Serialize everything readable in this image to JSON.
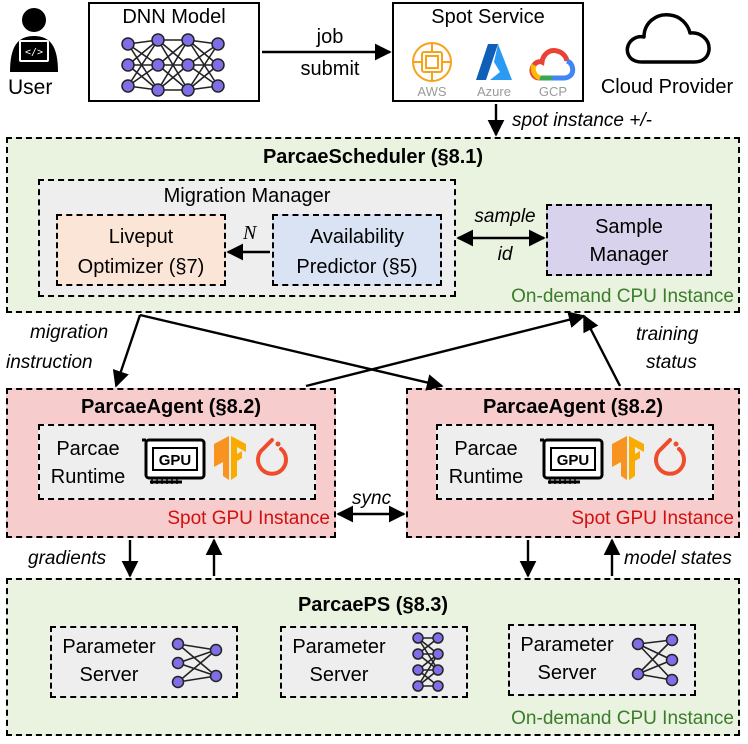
{
  "user": {
    "label": "User"
  },
  "dnn": {
    "title": "DNN Model"
  },
  "job": {
    "line1": "job",
    "line2": "submit"
  },
  "spot_service": {
    "title": "Spot Service",
    "providers": [
      "AWS",
      "Azure",
      "GCP"
    ]
  },
  "cloud": {
    "label": "Cloud Provider"
  },
  "spot_instance_label": "spot instance +/-",
  "scheduler": {
    "title": "ParcaeScheduler (§8.1)",
    "migration_manager": "Migration Manager",
    "liveput": {
      "line1": "Liveput",
      "line2": "Optimizer (§7)"
    },
    "n_label": "N",
    "availability": {
      "line1": "Availability",
      "line2": "Predictor (§5)"
    },
    "sample_labels": {
      "line1": "sample",
      "line2": "id"
    },
    "sample_manager": {
      "line1": "Sample",
      "line2": "Manager"
    },
    "instance": "On-demand CPU Instance"
  },
  "migration_label": {
    "line1": "migration",
    "line2": "instruction"
  },
  "training_label": {
    "line1": "training",
    "line2": "status"
  },
  "agents": [
    {
      "title": "ParcaeAgent (§8.2)",
      "runtime": {
        "line1": "Parcae",
        "line2": "Runtime"
      },
      "gpu": "GPU",
      "instance": "Spot GPU Instance"
    },
    {
      "title": "ParcaeAgent (§8.2)",
      "runtime": {
        "line1": "Parcae",
        "line2": "Runtime"
      },
      "gpu": "GPU",
      "instance": "Spot GPU Instance"
    }
  ],
  "sync_label": "sync",
  "gradients_label": "gradients",
  "model_states_label": "model states",
  "ps": {
    "title": "ParcaePS (§8.3)",
    "servers": [
      {
        "line1": "Parameter",
        "line2": "Server"
      },
      {
        "line1": "Parameter",
        "line2": "Server"
      },
      {
        "line1": "Parameter",
        "line2": "Server"
      }
    ],
    "instance": "On-demand CPU Instance"
  },
  "colors": {
    "green": "#eaf2e0",
    "red": "#f6cccc",
    "gray": "#eeeeee",
    "orange": "#fbe5d6",
    "blue": "#dae3f3",
    "purple": "#d9d2ec",
    "node": "#7f6fe6",
    "green_text": "#3a7d2a",
    "red_text": "#d01010",
    "aws": "#f7a21a",
    "azure": "#1f86d9"
  }
}
